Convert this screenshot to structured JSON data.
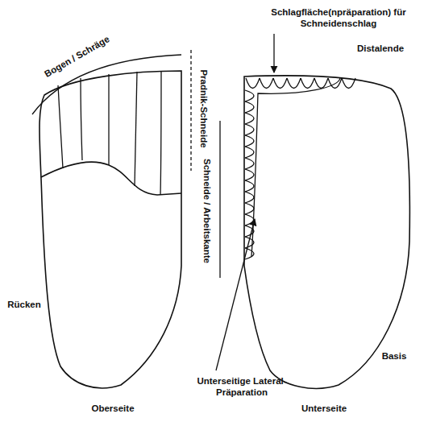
{
  "diagram": {
    "labels": [
      "Schlagfläche(npräparation) für Schneidenschlag",
      "Bogen / Schräge",
      "Pradnik-Schneide",
      "Distalende",
      "Schneide / Arbeitskante",
      "Rücken",
      "Unterseitige Lateral-Präparation",
      "Basis",
      "Oberseite",
      "Unterseite"
    ]
  }
}
